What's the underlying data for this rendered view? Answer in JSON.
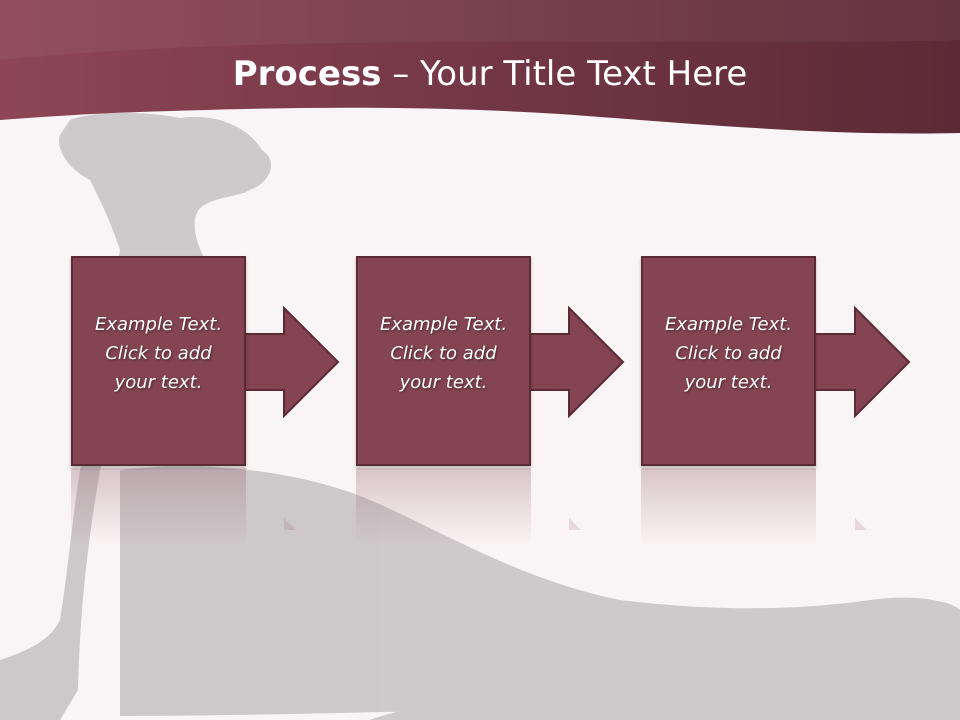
{
  "slide": {
    "title_bold": "Process",
    "title_rest": " – Your Title Text Here"
  },
  "steps": [
    {
      "lines": [
        "Example Text.",
        "Click  to add",
        "your text."
      ]
    },
    {
      "lines": [
        "Example Text.",
        "Click  to add",
        "your text."
      ]
    },
    {
      "lines": [
        "Example Text.",
        "Click  to add",
        "your text."
      ]
    }
  ],
  "colors": {
    "header": "#7a3c4b",
    "box": "#844452",
    "box_border": "#5b2a35",
    "arrow": "#844452",
    "background": "#f9f4f5",
    "silhouette": "#c9c5c7"
  }
}
